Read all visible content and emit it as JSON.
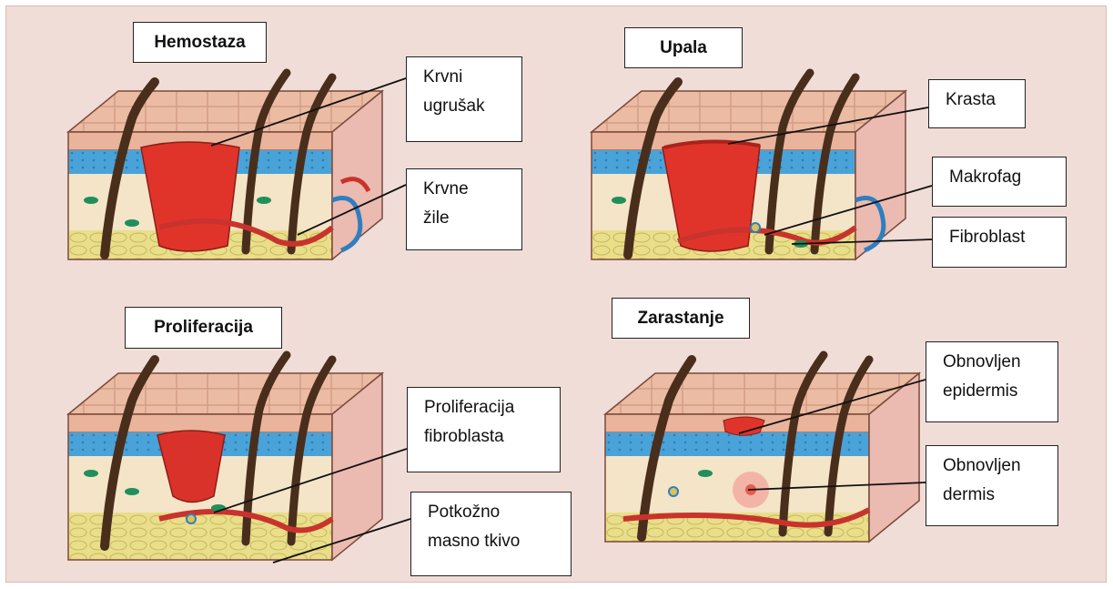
{
  "panels": {
    "hemostaza": {
      "title": "Hemostaza",
      "labels": {
        "krvni_ugrusak": [
          "Krvni",
          "ugrušak"
        ],
        "krvne_zile": [
          "Krvne",
          "žile"
        ]
      }
    },
    "upala": {
      "title": "Upala",
      "labels": {
        "krasta": [
          "Krasta"
        ],
        "makrofag": [
          "Makrofag"
        ],
        "fibroblast": [
          "Fibroblast"
        ]
      }
    },
    "proliferacija": {
      "title": "Proliferacija",
      "labels": {
        "proliferacija_fibroblasta": [
          "Proliferacija",
          "fibroblasta"
        ],
        "potkozno": [
          "Potkožno",
          "masno tkivo"
        ]
      }
    },
    "zarastanje": {
      "title": "Zarastanje",
      "labels": {
        "epidermis": [
          "Obnovljen",
          "epidermis"
        ],
        "dermis": [
          "Obnovljen",
          "dermis"
        ]
      }
    }
  },
  "colors": {
    "background": "#f1ddd7",
    "epidermis": "#e9b49a",
    "dermis_blue": "#4fa6d6",
    "dermis": "#f4e4c8",
    "fat": "#e8dc86",
    "wound": "#e0342a",
    "hair": "#4a2e1c",
    "vessel": "#c9332d"
  }
}
